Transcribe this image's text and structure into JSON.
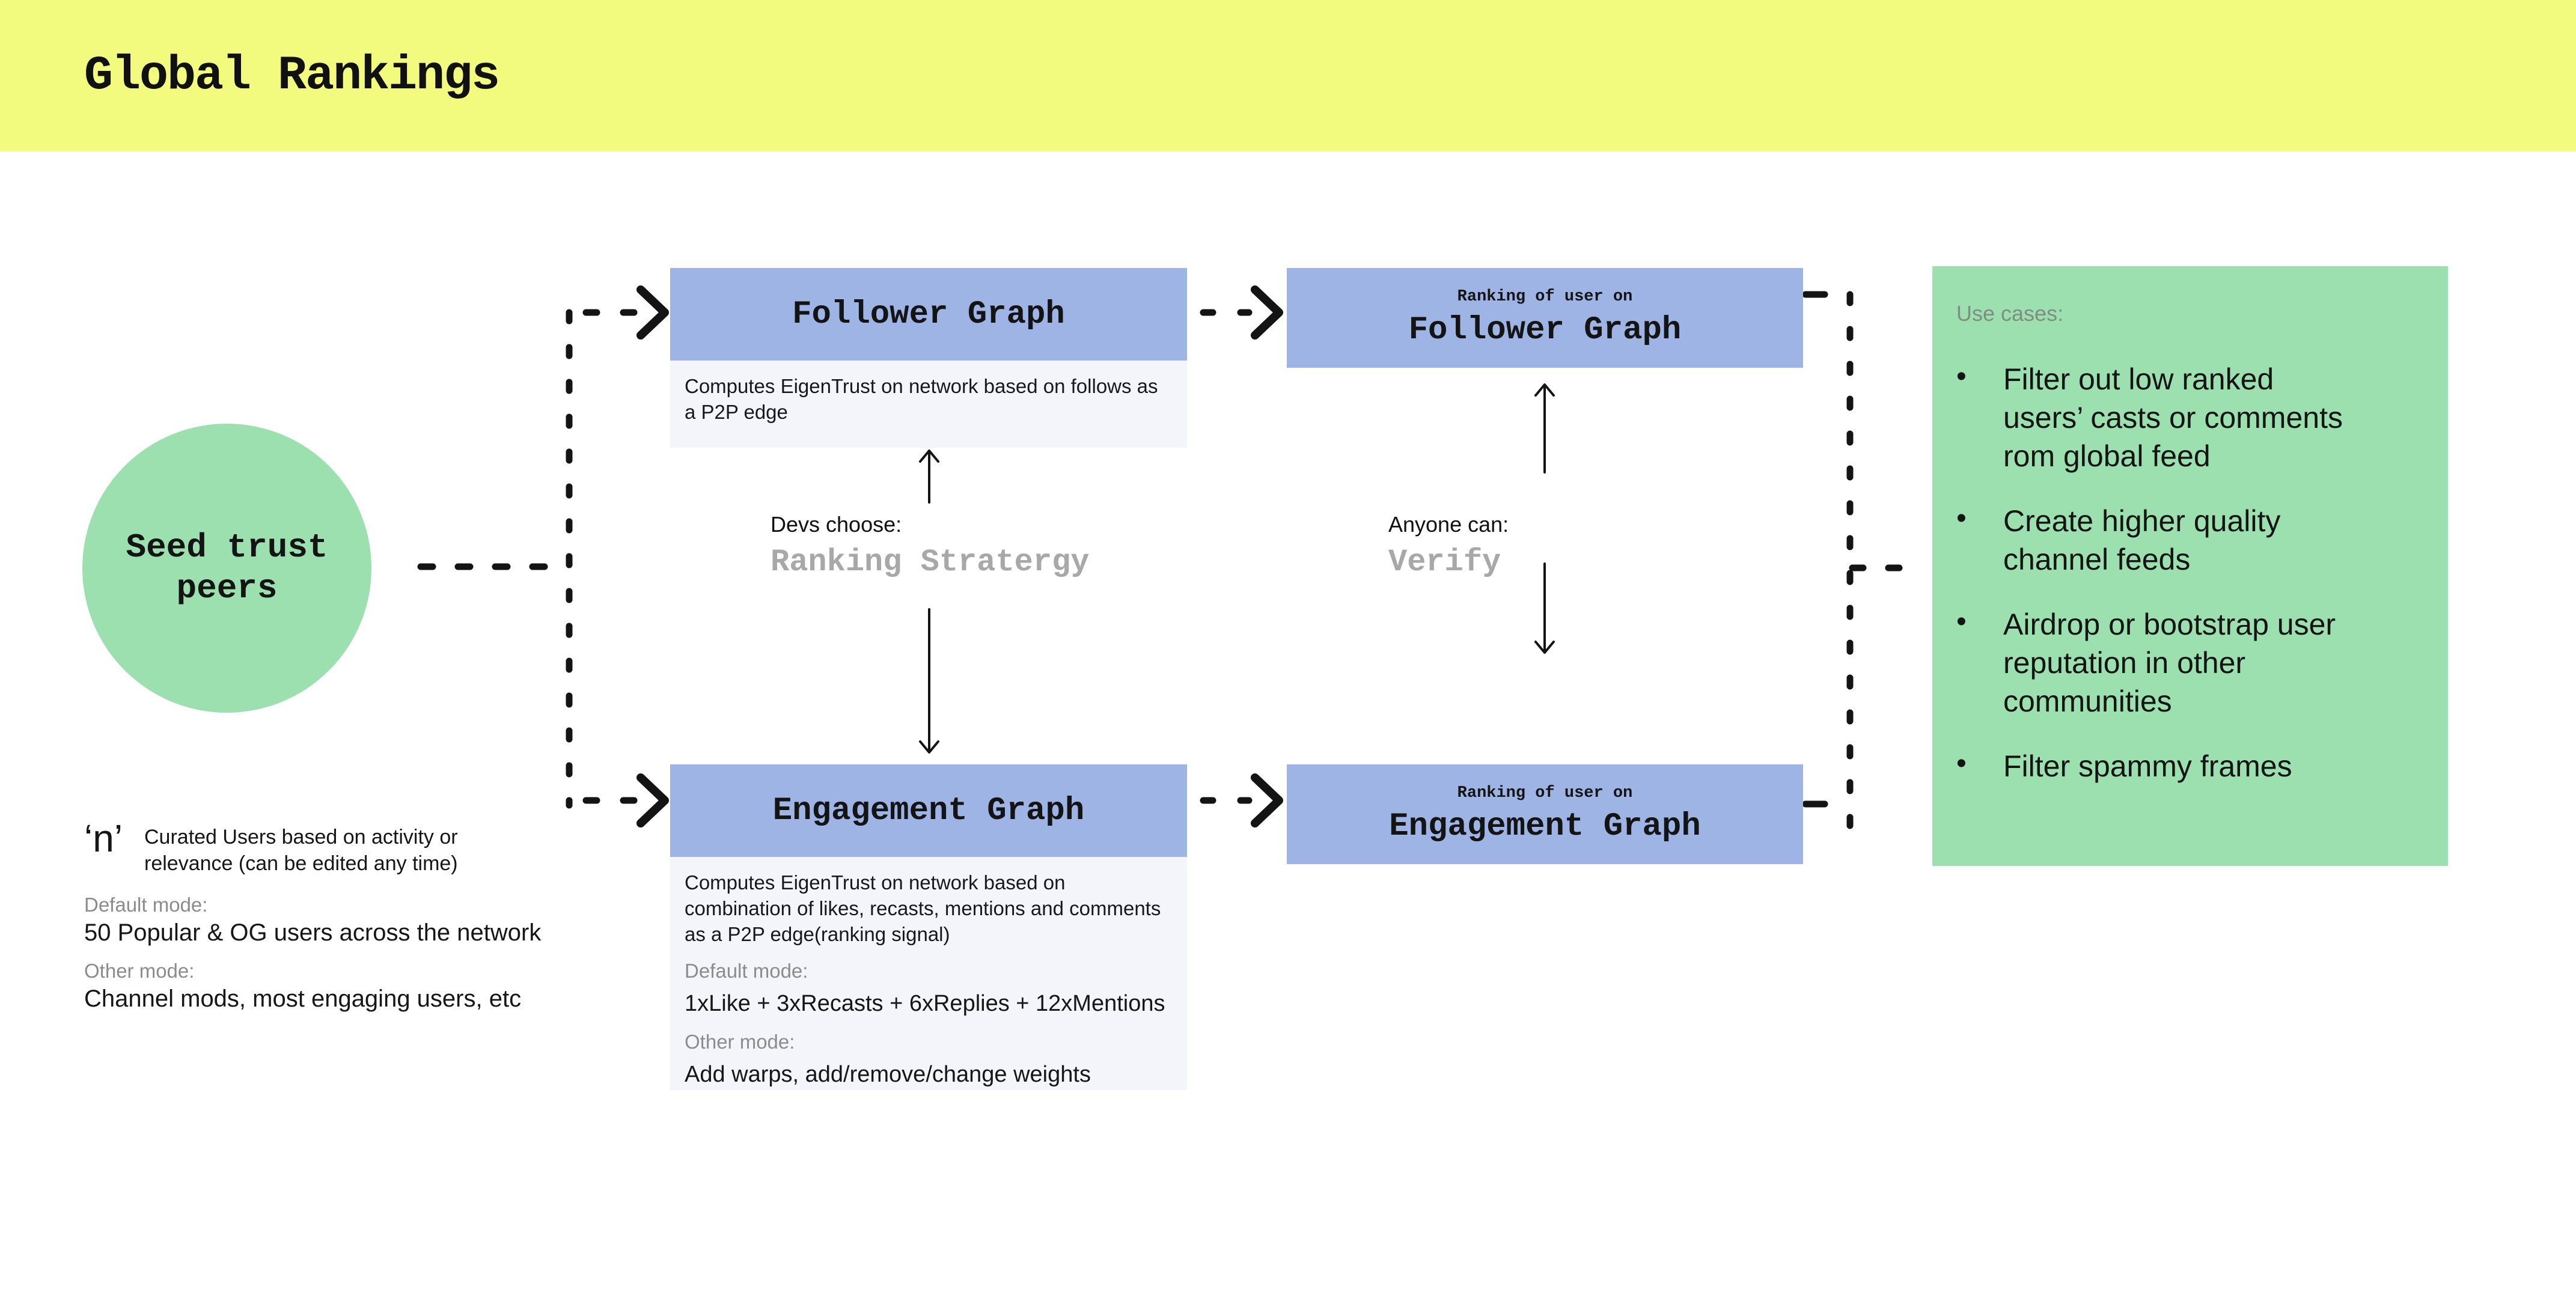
{
  "header": {
    "title": "Global Rankings",
    "bg_color": "#f2fb7d"
  },
  "seed_circle": {
    "label": "Seed trust peers",
    "color": "#9ce0af"
  },
  "flow": {
    "follower_box": {
      "title": "Follower Graph",
      "description": "Computes EigenTrust on network based on follows as a P2P edge"
    },
    "follower_ranking_box": {
      "subtitle": "Ranking of user on",
      "title": "Follower Graph"
    },
    "engagement_box": {
      "title": "Engagement Graph",
      "description": "Computes EigenTrust on network based on combination of likes, recasts, mentions and comments as a P2P edge(ranking signal)",
      "default_mode_label": "Default mode:",
      "default_mode_value": "1xLike + 3xRecasts + 6xReplies + 12xMentions",
      "other_mode_label": "Other mode:",
      "other_mode_value": "Add warps, add/remove/change weights"
    },
    "engagement_ranking_box": {
      "subtitle": "Ranking of user on",
      "title": "Engagement Graph"
    },
    "devs_choose": {
      "label": "Devs choose:",
      "value": "Ranking Stratergy"
    },
    "anyone_can": {
      "label": "Anyone can:",
      "value": "Verify"
    },
    "box_color": "#9db4e5",
    "box_body_color": "#f3f5fa"
  },
  "seed_note": {
    "n_symbol": "‘n’",
    "description": "Curated Users based on activity or relevance (can be edited any time)",
    "default_mode_label": "Default mode:",
    "default_mode_value": "50 Popular & OG users across the network",
    "other_mode_label": "Other mode:",
    "other_mode_value": "Channel mods, most engaging users, etc"
  },
  "use_cases": {
    "label": "Use cases:",
    "bullet": "•",
    "items": [
      "Filter out low ranked users’ casts or comments rom global feed",
      "Create higher quality channel feeds",
      "Airdrop or bootstrap user reputation in other communities",
      "Filter spammy frames"
    ],
    "color": "#9ce0af"
  }
}
